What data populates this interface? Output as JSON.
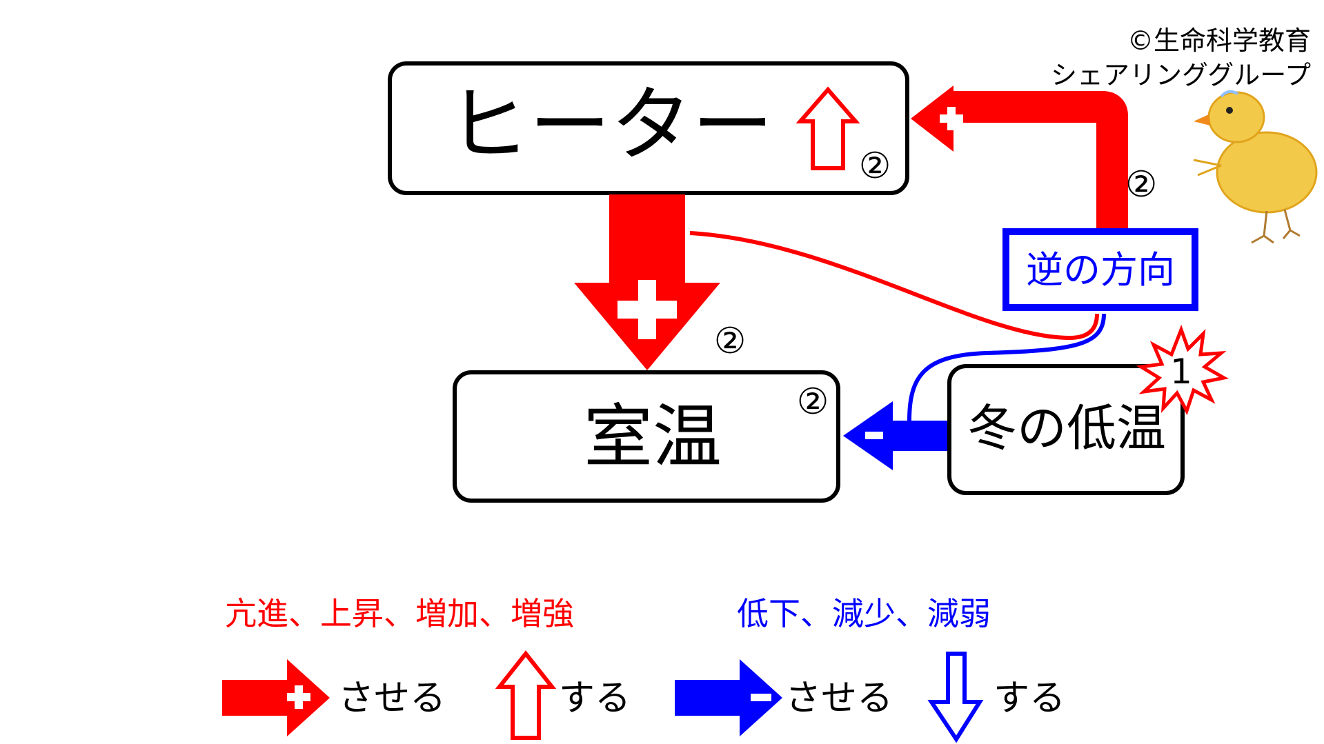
{
  "copyright": {
    "line1": "©生命科学教育",
    "line2": "シェアリンググループ"
  },
  "nodes": {
    "heater": {
      "label": "ヒーター",
      "step": "②"
    },
    "room_temp": {
      "label": "室温",
      "step": "②"
    },
    "winter_cold": {
      "label": "冬の低温",
      "step": "1"
    },
    "reverse": {
      "label": "逆の方向"
    }
  },
  "edges": {
    "heater_to_room": {
      "sign": "+",
      "step": "②"
    },
    "feedback_to_heater": {
      "sign": "+",
      "step": "②"
    },
    "cold_to_room": {
      "sign": "−"
    }
  },
  "legend": {
    "red_words": "亢進、上昇、増加、増強",
    "blue_words": "低下、減少、減弱",
    "red_arrow_label": "させる",
    "red_up_label": "する",
    "blue_arrow_label": "させる",
    "blue_down_label": "する"
  },
  "colors": {
    "red": "#ff0000",
    "blue": "#0000ff",
    "black": "#000000"
  }
}
